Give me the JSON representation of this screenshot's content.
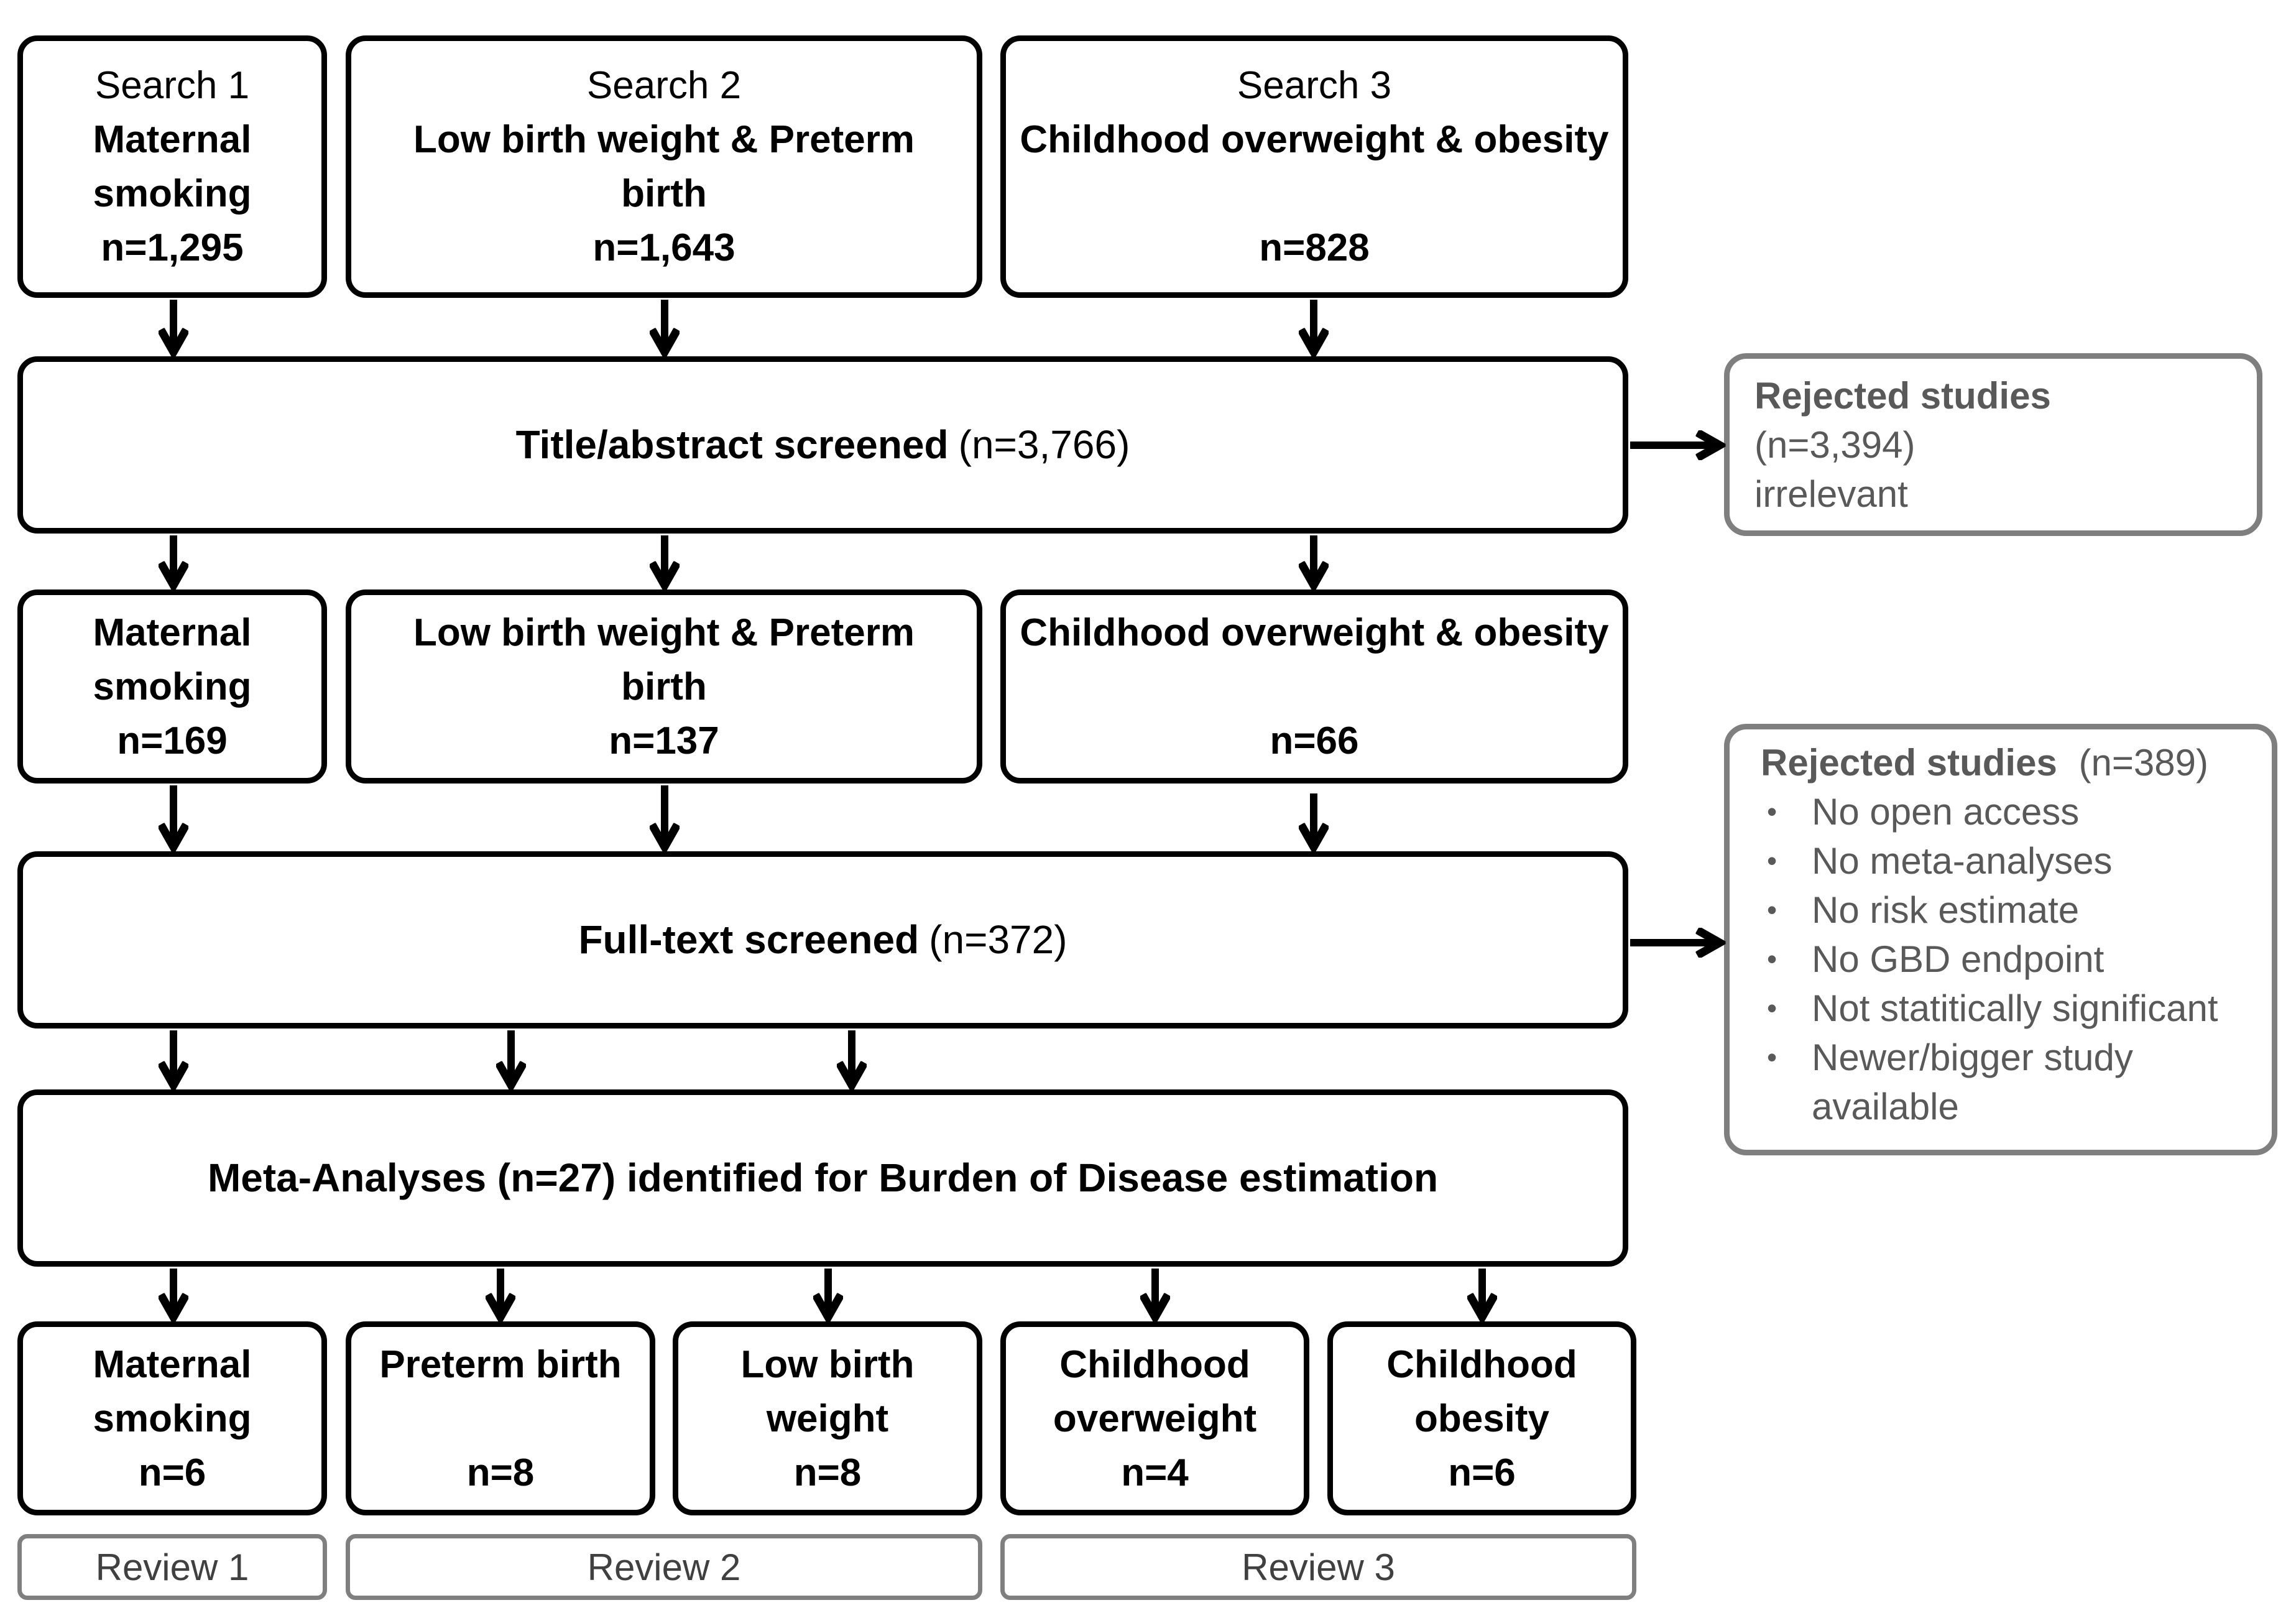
{
  "searches": [
    {
      "label": "Search 1",
      "title_lines": [
        "Maternal",
        "smoking"
      ],
      "count": "n=1,295"
    },
    {
      "label": "Search 2",
      "title_lines": [
        "Low birth weight  & Preterm",
        "birth"
      ],
      "count": "n=1,643"
    },
    {
      "label": "Search 3",
      "title_lines": [
        "Childhood overweight & obesity"
      ],
      "count": "n=828"
    }
  ],
  "title_screen": {
    "label": "Title/abstract screened",
    "count": "(n=3,766)"
  },
  "rejected_1": {
    "heading": "Rejected studies",
    "count": "(n=3,394)",
    "reason": "irrelevant"
  },
  "screened_topics": [
    {
      "title_lines": [
        "Maternal",
        "smoking"
      ],
      "count": "n=169"
    },
    {
      "title_lines": [
        "Low birth weight & Preterm",
        "birth"
      ],
      "count": "n=137"
    },
    {
      "title_lines": [
        "Childhood overweight & obesity"
      ],
      "count": "n=66"
    }
  ],
  "fulltext_screen": {
    "label": "Full-text screened",
    "count": "(n=372)"
  },
  "rejected_2": {
    "heading": "Rejected studies",
    "count": "(n=389)",
    "bullet": "•",
    "reasons": [
      "No open access",
      "No meta-analyses",
      "No risk estimate",
      "No GBD endpoint",
      "Not statitically significant",
      "Newer/bigger study",
      "available"
    ]
  },
  "meta": {
    "label": "Meta-Analyses (n=27) identified for Burden of Disease estimation"
  },
  "outcomes": [
    {
      "title_lines": [
        "Maternal",
        "smoking"
      ],
      "count": "n=6"
    },
    {
      "title_lines": [
        "Preterm birth"
      ],
      "count": "n=8"
    },
    {
      "title_lines": [
        "Low birth",
        "weight"
      ],
      "count": "n=8"
    },
    {
      "title_lines": [
        "Childhood",
        "overweight"
      ],
      "count": "n=4"
    },
    {
      "title_lines": [
        "Childhood",
        "obesity"
      ],
      "count": "n=6"
    }
  ],
  "reviews": [
    "Review 1",
    "Review 2",
    "Review 3"
  ],
  "colors": {
    "box_border": "#000000",
    "rejected_border": "#7f7f7f",
    "rejected_text": "#595959",
    "review_text": "#404040",
    "arrow": "#000000"
  }
}
